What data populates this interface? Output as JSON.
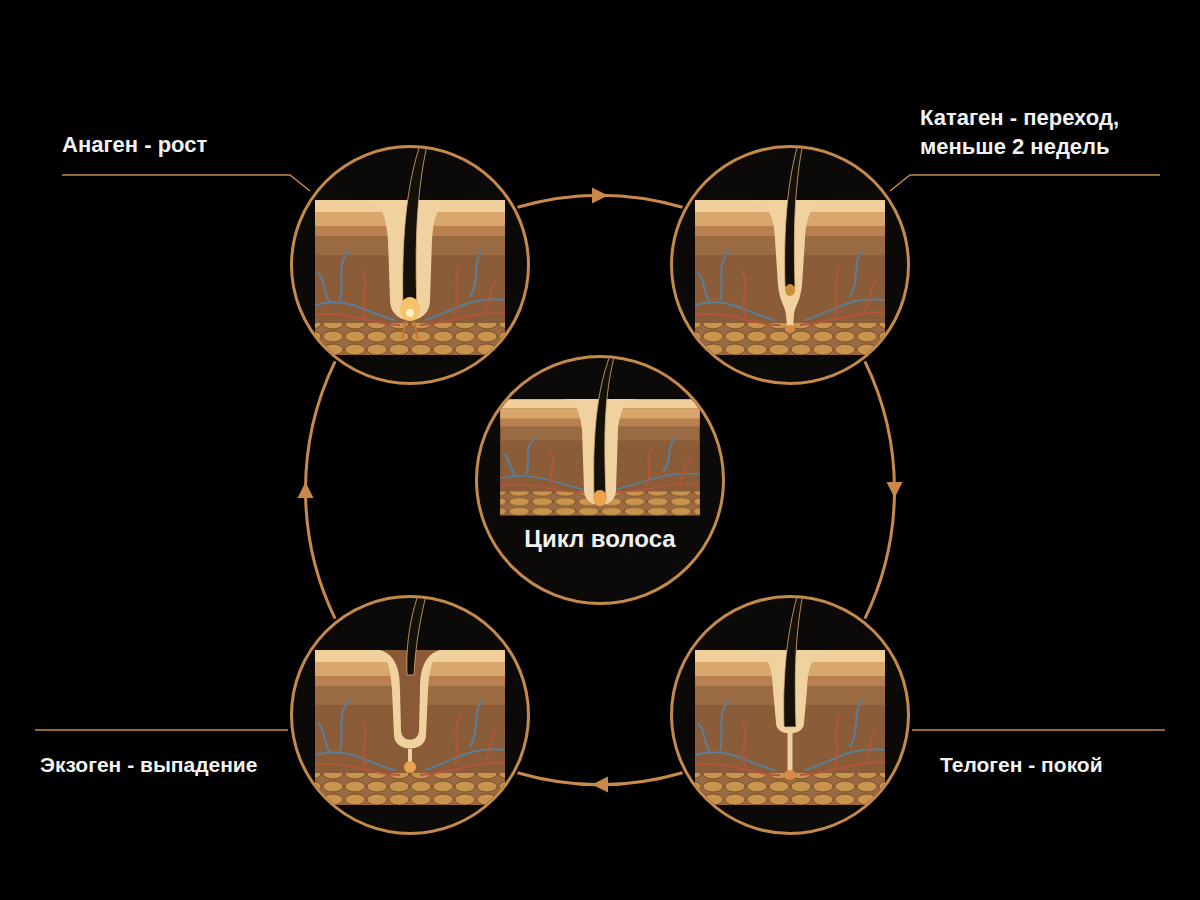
{
  "diagram": {
    "nodes": [
      {
        "text": [
          "Анаген - рост"
        ]
      },
      {
        "text": [
          "Катаген - переход, меньше 2 недель"
        ]
      },
      {
        "text": [
          "Цикл волоса"
        ]
      },
      {
        "text": [
          "Экзоген - выпадение"
        ]
      },
      {
        "text": [
          "Телоген - покой"
        ]
      }
    ],
    "edges": [
      {
        "from": 0,
        "to": 1,
        "arrow": "to"
      },
      {
        "from": 1,
        "to": 4,
        "arrow": "to"
      },
      {
        "from": 4,
        "to": 3,
        "arrow": "to"
      },
      {
        "from": 3,
        "to": 0,
        "arrow": "to"
      }
    ]
  }
}
